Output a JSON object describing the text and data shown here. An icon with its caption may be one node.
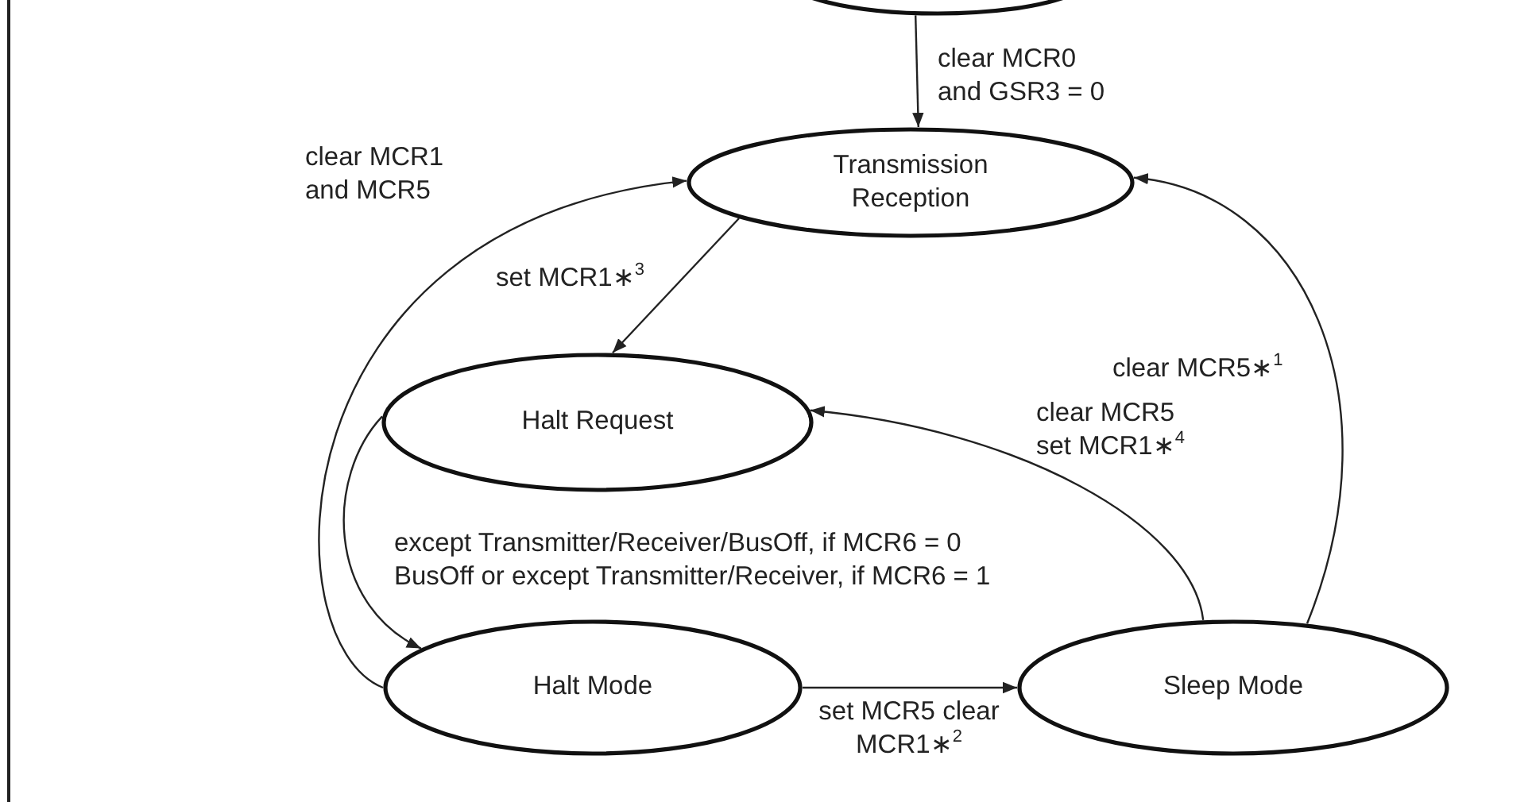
{
  "diagram": {
    "nodes": [
      {
        "text": [],
        "shape": "ellipse"
      },
      {
        "text": [
          "Transmission Reception"
        ]
      },
      {
        "text": [
          "Halt Request"
        ]
      },
      {
        "text": [
          "Halt Mode"
        ]
      },
      {
        "text": [
          "Sleep Mode"
        ]
      }
    ],
    "edges": [
      {
        "from": 0,
        "to": 1,
        "arrow": "to",
        "label": "clear MCR0 and GSR3 = 0"
      },
      {
        "from": 3,
        "to": 1,
        "arrow": "to",
        "label": "clear MCR1 and MCR5"
      },
      {
        "from": 1,
        "to": 2,
        "arrow": "to",
        "label": "set MCR1∗$^{3}$"
      },
      {
        "from": 2,
        "to": 3,
        "arrow": "to",
        "label": "except Transmitter/Receiver/BusOff, if MCR6 = 0 BusOff or except Transmitter/Receiver, if MCR6 = 1"
      },
      {
        "from": 3,
        "to": 4,
        "arrow": "to",
        "label": "set MCR5 clear MCR1∗$^{2}$"
      },
      {
        "from": 4,
        "to": 2,
        "arrow": "to",
        "label": "clear MCR5 set MCR1∗$^{4}$"
      },
      {
        "from": 4,
        "to": 1,
        "arrow": "to",
        "label": "clear MCR5∗$^{1}$"
      }
    ]
  }
}
